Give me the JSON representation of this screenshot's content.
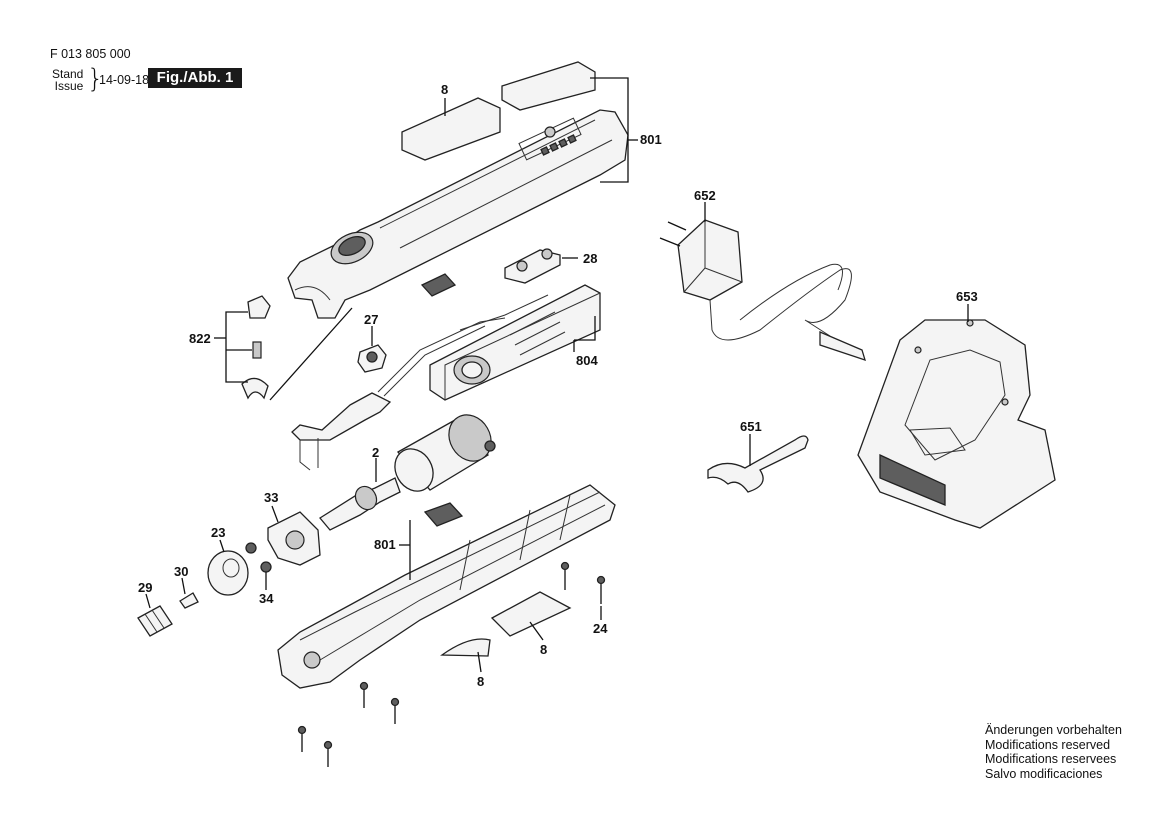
{
  "header": {
    "doc_id": "F 013 805 000",
    "stand_label": "Stand",
    "issue_label": "Issue",
    "date": "14-09-18",
    "fig_label": "Fig./Abb. 1"
  },
  "parts": {
    "p8_top": "8",
    "p801_top": "801",
    "p652": "652",
    "p28": "28",
    "p653": "653",
    "p822": "822",
    "p27": "27",
    "p804": "804",
    "p651": "651",
    "p2": "2",
    "p33": "33",
    "p23": "23",
    "p801_bottom": "801",
    "p30": "30",
    "p29": "29",
    "p34": "34",
    "p24": "24",
    "p8_mid": "8",
    "p8_low": "8"
  },
  "notes": {
    "line1": "Änderungen vorbehalten",
    "line2": "Modifications reserved",
    "line3": "Modifications reservees",
    "line4": "Salvo modificaciones"
  }
}
